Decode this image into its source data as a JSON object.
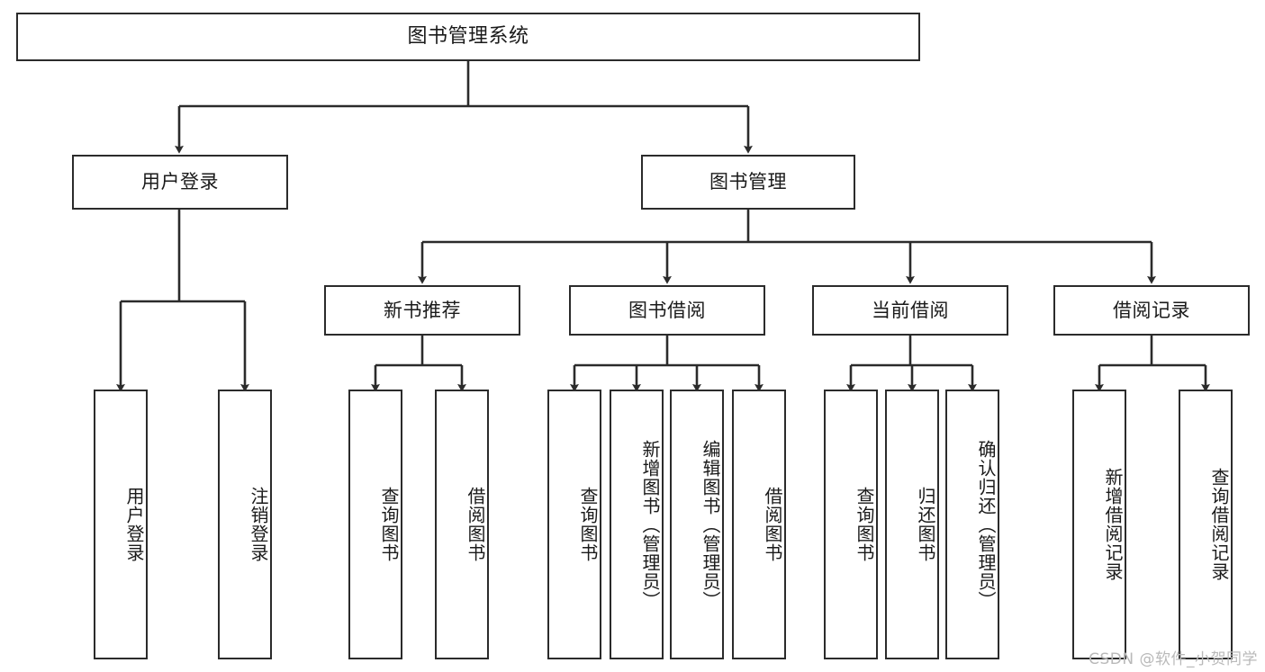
{
  "diagram": {
    "title": "图书管理系统",
    "type": "tree",
    "stroke_color": "#2b2b2b",
    "fill_color": "#ffffff",
    "text_color": "#1a1a1a"
  },
  "nodes": {
    "root": {
      "label": "图书管理系统"
    },
    "level2": [
      {
        "id": "user-login",
        "label": "用户登录"
      },
      {
        "id": "book-manage",
        "label": "图书管理"
      }
    ],
    "level3": [
      {
        "id": "new-book-recommend",
        "label": "新书推荐"
      },
      {
        "id": "book-borrow",
        "label": "图书借阅"
      },
      {
        "id": "current-borrow",
        "label": "当前借阅"
      },
      {
        "id": "borrow-record",
        "label": "借阅记录"
      }
    ],
    "leaves": {
      "user-login": [
        {
          "id": "leaf-user-login",
          "label": "用户登录"
        },
        {
          "id": "leaf-logout-login",
          "label": "注销登录"
        }
      ],
      "new-book-recommend": [
        {
          "id": "leaf-query-book-1",
          "label": "查询图书"
        },
        {
          "id": "leaf-borrow-book-1",
          "label": "借阅图书"
        }
      ],
      "book-borrow": [
        {
          "id": "leaf-query-book-2",
          "label": "查询图书"
        },
        {
          "id": "leaf-add-book",
          "label": "新增图书（管理员）"
        },
        {
          "id": "leaf-edit-book",
          "label": "编辑图书（管理员）"
        },
        {
          "id": "leaf-borrow-book-2",
          "label": "借阅图书"
        }
      ],
      "current-borrow": [
        {
          "id": "leaf-query-book-3",
          "label": "查询图书"
        },
        {
          "id": "leaf-return-book",
          "label": "归还图书"
        },
        {
          "id": "leaf-confirm-return",
          "label": "确认归还（管理员）"
        }
      ],
      "borrow-record": [
        {
          "id": "leaf-add-record",
          "label": "新增借阅记录"
        },
        {
          "id": "leaf-query-record",
          "label": "查询借阅记录"
        }
      ]
    }
  },
  "watermark": {
    "text": "CSDN @软件_小贺同学"
  }
}
